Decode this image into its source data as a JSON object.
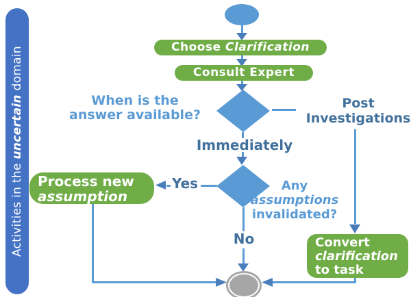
{
  "sidebar": {
    "title_prefix": "Activities in the ",
    "title_emphasis": "uncertain",
    "title_suffix": " domain"
  },
  "nodes": {
    "choose": {
      "word_normal": "Choose ",
      "word_italic": "Clarification"
    },
    "consult": {
      "label": "Consult Expert"
    },
    "process": {
      "line1": "Process new",
      "line2_italic": "assumption"
    },
    "convert": {
      "line1": "Convert",
      "line2_italic": "clarification",
      "line3": "to task"
    }
  },
  "labels": {
    "when_line1": "When is the",
    "when_line2": "answer available?",
    "post_line1": "Post",
    "post_line2": "Investigations",
    "immediately": "Immediately",
    "yes": "Yes",
    "no": "No",
    "any_line1": "Any",
    "any_line2_italic": "assumptions",
    "any_line3": "invalidated?"
  },
  "colors": {
    "sidebar_blue": "#4472C4",
    "node_blue": "#5B9BD5",
    "process_green": "#70AD47",
    "dark_blue_text": "#41719C",
    "light_blue_text": "#5B9BD5",
    "line_blue": "#5B9BD5",
    "arrowhead_blue": "#4A7EBB",
    "end_node_gray": "#A6A6A6"
  }
}
